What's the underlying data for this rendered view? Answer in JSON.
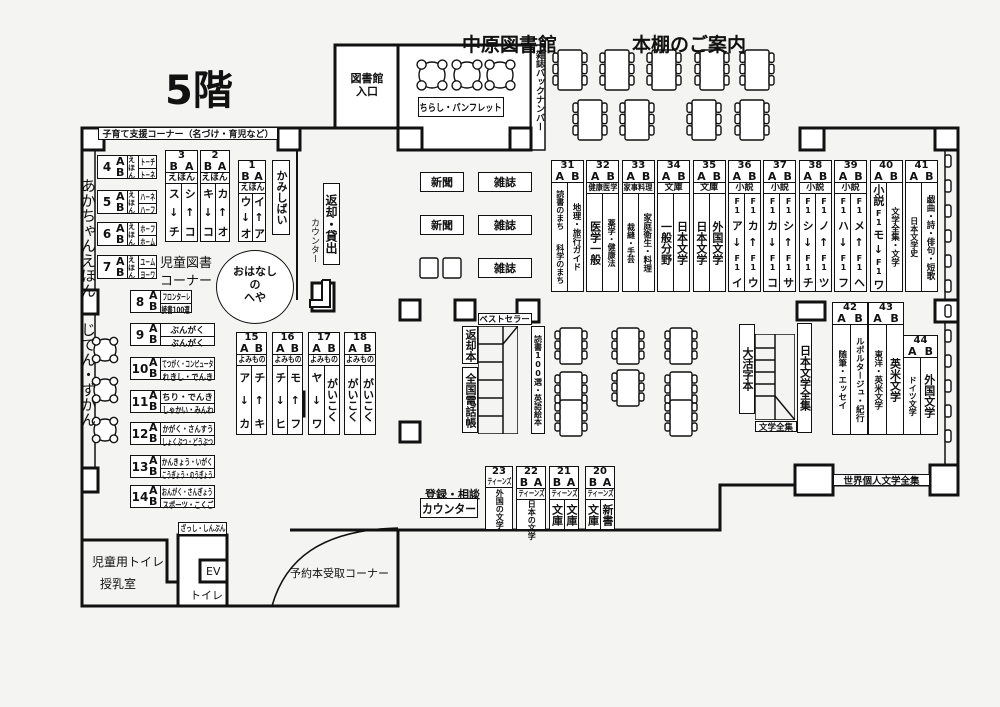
{
  "header": {
    "floor": "5階",
    "library_name": "中原図書館",
    "subtitle": "本棚のご案内"
  },
  "side_a": "A",
  "side_b": "B",
  "areas": {
    "entrance": "図書館入口",
    "pamphlet": "ちらし・パンフレット",
    "magazine_backnumber": "雑誌バックナンバー",
    "childcare_corner": "子育て支援コーナー（名づけ・育児など）",
    "baby_picturebooks": "あかちゃんえほん",
    "dictionaries": "じてん・ずかん",
    "kamishibai": "かみしばい",
    "children_books_1": "児童図書",
    "children_books_2": "コーナー",
    "story_room_1": "おはなし",
    "story_room_2": "の",
    "story_room_3": "へや",
    "return_lending": "返却・貸出",
    "counter_side": "カウンター",
    "bestseller": "ベストセラー",
    "returned_books": "返却本",
    "phone_books": "全国電話帳",
    "reading100_english": "読書100選・英語絵本",
    "large_print": "大活字本",
    "lit_collection_small": "文学全集",
    "japanese_lit_collection": "日本文学全集",
    "world_lit_collection": "世界個人文学全集",
    "registration": "登録・相談",
    "counter": "カウンター",
    "kids_toilet": "児童用トイレ",
    "nursing_room": "授乳室",
    "magazines_newspapers": "ざっし・しんぶん",
    "elevator": "EV",
    "toilet": "トイレ",
    "reservation_pickup": "予約本受取コーナー"
  },
  "racks": [
    {
      "label": "新聞"
    },
    {
      "label": "雑誌"
    },
    {
      "label": "新聞"
    },
    {
      "label": "雑誌"
    },
    {
      "label": "雑誌"
    }
  ],
  "picture_book_shelves": [
    {
      "num": "4",
      "genre": "えほん",
      "a": "ト－チ",
      "b": "ト－ネ"
    },
    {
      "num": "5",
      "genre": "えほん",
      "a": "ハ－ネ",
      "b": "ハ－フ"
    },
    {
      "num": "6",
      "genre": "えほん",
      "a": "ホ－フ",
      "b": "ホ－ム"
    },
    {
      "num": "7",
      "genre": "えほん",
      "a": "ユ－ム",
      "b": "ヨ－ワ"
    }
  ],
  "subject_shelves": [
    {
      "num": "8",
      "a": "フロンターレ",
      "b": "読書100選"
    },
    {
      "num": "9",
      "a": "ぶんがく",
      "b": "ぶんがく"
    },
    {
      "num": "10",
      "a": "てつがく・コンピュータ",
      "b": "れきし・でんき"
    },
    {
      "num": "11",
      "a": "ちり・でんき",
      "b": "しゃかい・みんわ"
    },
    {
      "num": "12",
      "a": "かがく・さんすう",
      "b": "しょくぶつ・どうぶつ"
    },
    {
      "num": "13",
      "a": "かんきょう・いがく",
      "b": "こうぎょう・のうぎょう"
    },
    {
      "num": "14",
      "a": "おんがく・さんぎょう",
      "b": "スポーツ・こくご"
    }
  ],
  "upright_shelves": [
    {
      "num": "3",
      "sides": [
        "B",
        "A"
      ],
      "genre": "えほん",
      "cols": [
        [
          "ス",
          "↓",
          "チ"
        ],
        [
          "シ",
          "↑",
          "コ"
        ]
      ]
    },
    {
      "num": "2",
      "sides": [
        "B",
        "A"
      ],
      "genre": "えほん",
      "cols": [
        [
          "キ",
          "↓",
          "コ"
        ],
        [
          "カ",
          "↑",
          "オ"
        ]
      ]
    },
    {
      "num": "1",
      "sides": [
        "B",
        "A"
      ],
      "genre": "えほん",
      "cols": [
        [
          "ウ",
          "↓",
          "オ"
        ],
        [
          "イ",
          "↑",
          "ア"
        ]
      ]
    },
    {
      "num": "15",
      "sides": [
        "A",
        "B"
      ],
      "genre": "よみもの",
      "cols": [
        [
          "ア",
          "↓",
          "カ"
        ],
        [
          "チ",
          "↑",
          "キ"
        ]
      ]
    },
    {
      "num": "16",
      "sides": [
        "A",
        "B"
      ],
      "genre": "よみもの",
      "cols": [
        [
          "チ",
          "↓",
          "ヒ"
        ],
        [
          "モ",
          "↑",
          "フ"
        ]
      ]
    },
    {
      "num": "17",
      "sides": [
        "A",
        "B"
      ],
      "genre": "よみもの",
      "cols": [
        [
          "ヤ",
          "↓",
          "ワ"
        ],
        [
          "がいこく"
        ]
      ]
    },
    {
      "num": "18",
      "sides": [
        "A",
        "B"
      ],
      "genre": "よみもの",
      "cols": [
        [
          "がいこく"
        ],
        [
          "がいこく"
        ]
      ]
    },
    {
      "num": "31",
      "sides": [
        "A",
        "B"
      ],
      "genre": "",
      "cols": [
        [
          "読書のまち",
          "科学のまち"
        ],
        [
          "地理・旅行ガイド"
        ]
      ]
    },
    {
      "num": "32",
      "sides": [
        "A",
        "B"
      ],
      "genre": "健康医学",
      "cols": [
        [
          "医学一般"
        ],
        [
          "薬学・健康法"
        ]
      ]
    },
    {
      "num": "33",
      "sides": [
        "A",
        "B"
      ],
      "genre": "家事料理",
      "cols": [
        [
          "裁縫・手芸"
        ],
        [
          "家庭衛生・料理"
        ]
      ]
    },
    {
      "num": "34",
      "sides": [
        "A",
        "B"
      ],
      "genre": "文庫",
      "cols": [
        [
          "一般分野"
        ],
        [
          "日本文学"
        ]
      ]
    },
    {
      "num": "35",
      "sides": [
        "A",
        "B"
      ],
      "genre": "文庫",
      "cols": [
        [
          "日本文学"
        ],
        [
          "外国文学"
        ]
      ]
    },
    {
      "num": "36",
      "sides": [
        "A",
        "B"
      ],
      "genre": "小説",
      "cols": [
        [
          "F1",
          "ア",
          "↓",
          "F1",
          "イ"
        ],
        [
          "F1",
          "カ",
          "↑",
          "F1",
          "ウ"
        ]
      ]
    },
    {
      "num": "37",
      "sides": [
        "A",
        "B"
      ],
      "genre": "小説",
      "cols": [
        [
          "F1",
          "カ",
          "↓",
          "F1",
          "コ"
        ],
        [
          "F1",
          "シ",
          "↑",
          "F1",
          "サ"
        ]
      ]
    },
    {
      "num": "38",
      "sides": [
        "A",
        "B"
      ],
      "genre": "小説",
      "cols": [
        [
          "F1",
          "シ",
          "↓",
          "F1",
          "チ"
        ],
        [
          "F1",
          "ノ",
          "↑",
          "F1",
          "ツ"
        ]
      ]
    },
    {
      "num": "39",
      "sides": [
        "A",
        "B"
      ],
      "genre": "小説",
      "cols": [
        [
          "F1",
          "ハ",
          "↓",
          "F1",
          "フ"
        ],
        [
          "F1",
          "メ",
          "↑",
          "F1",
          "ヘ"
        ]
      ]
    },
    {
      "num": "40",
      "sides": [
        "A",
        "B"
      ],
      "genre": "",
      "cols": [
        [
          "小説",
          "F1",
          "モ",
          "↓",
          "F1",
          "ワ"
        ],
        [
          "文学全集・文学"
        ]
      ]
    },
    {
      "num": "41",
      "sides": [
        "A",
        "B"
      ],
      "genre": "",
      "cols": [
        [
          "日本文学史"
        ],
        [
          "戯曲・詩・俳句・短歌"
        ]
      ]
    },
    {
      "num": "42",
      "sides": [
        "A",
        "B"
      ],
      "genre": "",
      "cols": [
        [
          "随筆・エッセイ"
        ],
        [
          "ルポルタージュ・紀行"
        ]
      ]
    },
    {
      "num": "43",
      "sides": [
        "A",
        "B"
      ],
      "genre": "",
      "cols": [
        [
          "東洋・英米文学"
        ],
        [
          "英米文学"
        ]
      ]
    },
    {
      "num": "44",
      "sides": [
        "A",
        "B"
      ],
      "genre": "",
      "cols": [
        [
          "ドイツ文学"
        ],
        [
          "外国文学"
        ]
      ]
    },
    {
      "num": "23",
      "sides": [],
      "genre": "ティーンズ",
      "cols": [
        [
          "外国の文学"
        ]
      ]
    },
    {
      "num": "22",
      "sides": [
        "B",
        "A"
      ],
      "genre": "ティーンズ",
      "cols": [
        [
          "日本の文学"
        ]
      ]
    },
    {
      "num": "21",
      "sides": [
        "B",
        "A"
      ],
      "genre": "ティーンズ",
      "cols": [
        [
          "文庫"
        ],
        [
          "文庫"
        ]
      ]
    },
    {
      "num": "20",
      "sides": [
        "B",
        "A"
      ],
      "genre": "ティーンズ",
      "cols": [
        [
          "文庫"
        ],
        [
          "新書"
        ]
      ]
    }
  ]
}
